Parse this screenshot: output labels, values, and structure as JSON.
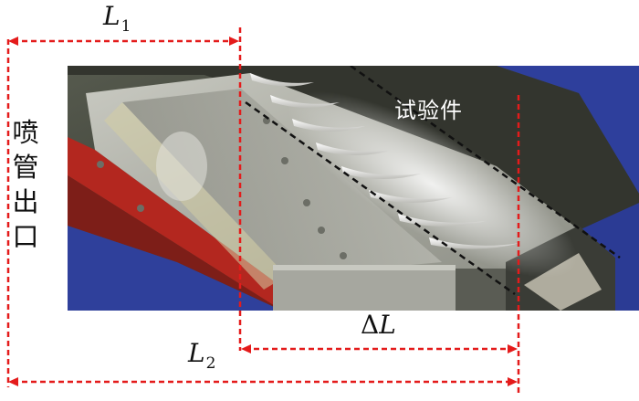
{
  "labels": {
    "l1_symbol": "L",
    "l1_sub": "1",
    "l2_symbol": "L",
    "l2_sub": "2",
    "delta_symbol": "Δ",
    "delta_var": "L",
    "nozzle_exit": [
      "喷",
      "管",
      "出",
      "口"
    ],
    "specimen": "试验件"
  },
  "colors": {
    "dimension_line": "#e41b1b",
    "photo_bg": "#3a3d33",
    "blue_frame": "#2e3f9c",
    "red_rail": "#b3271f",
    "metal": "#a8a9a0",
    "blade": "#e9e9e6"
  }
}
